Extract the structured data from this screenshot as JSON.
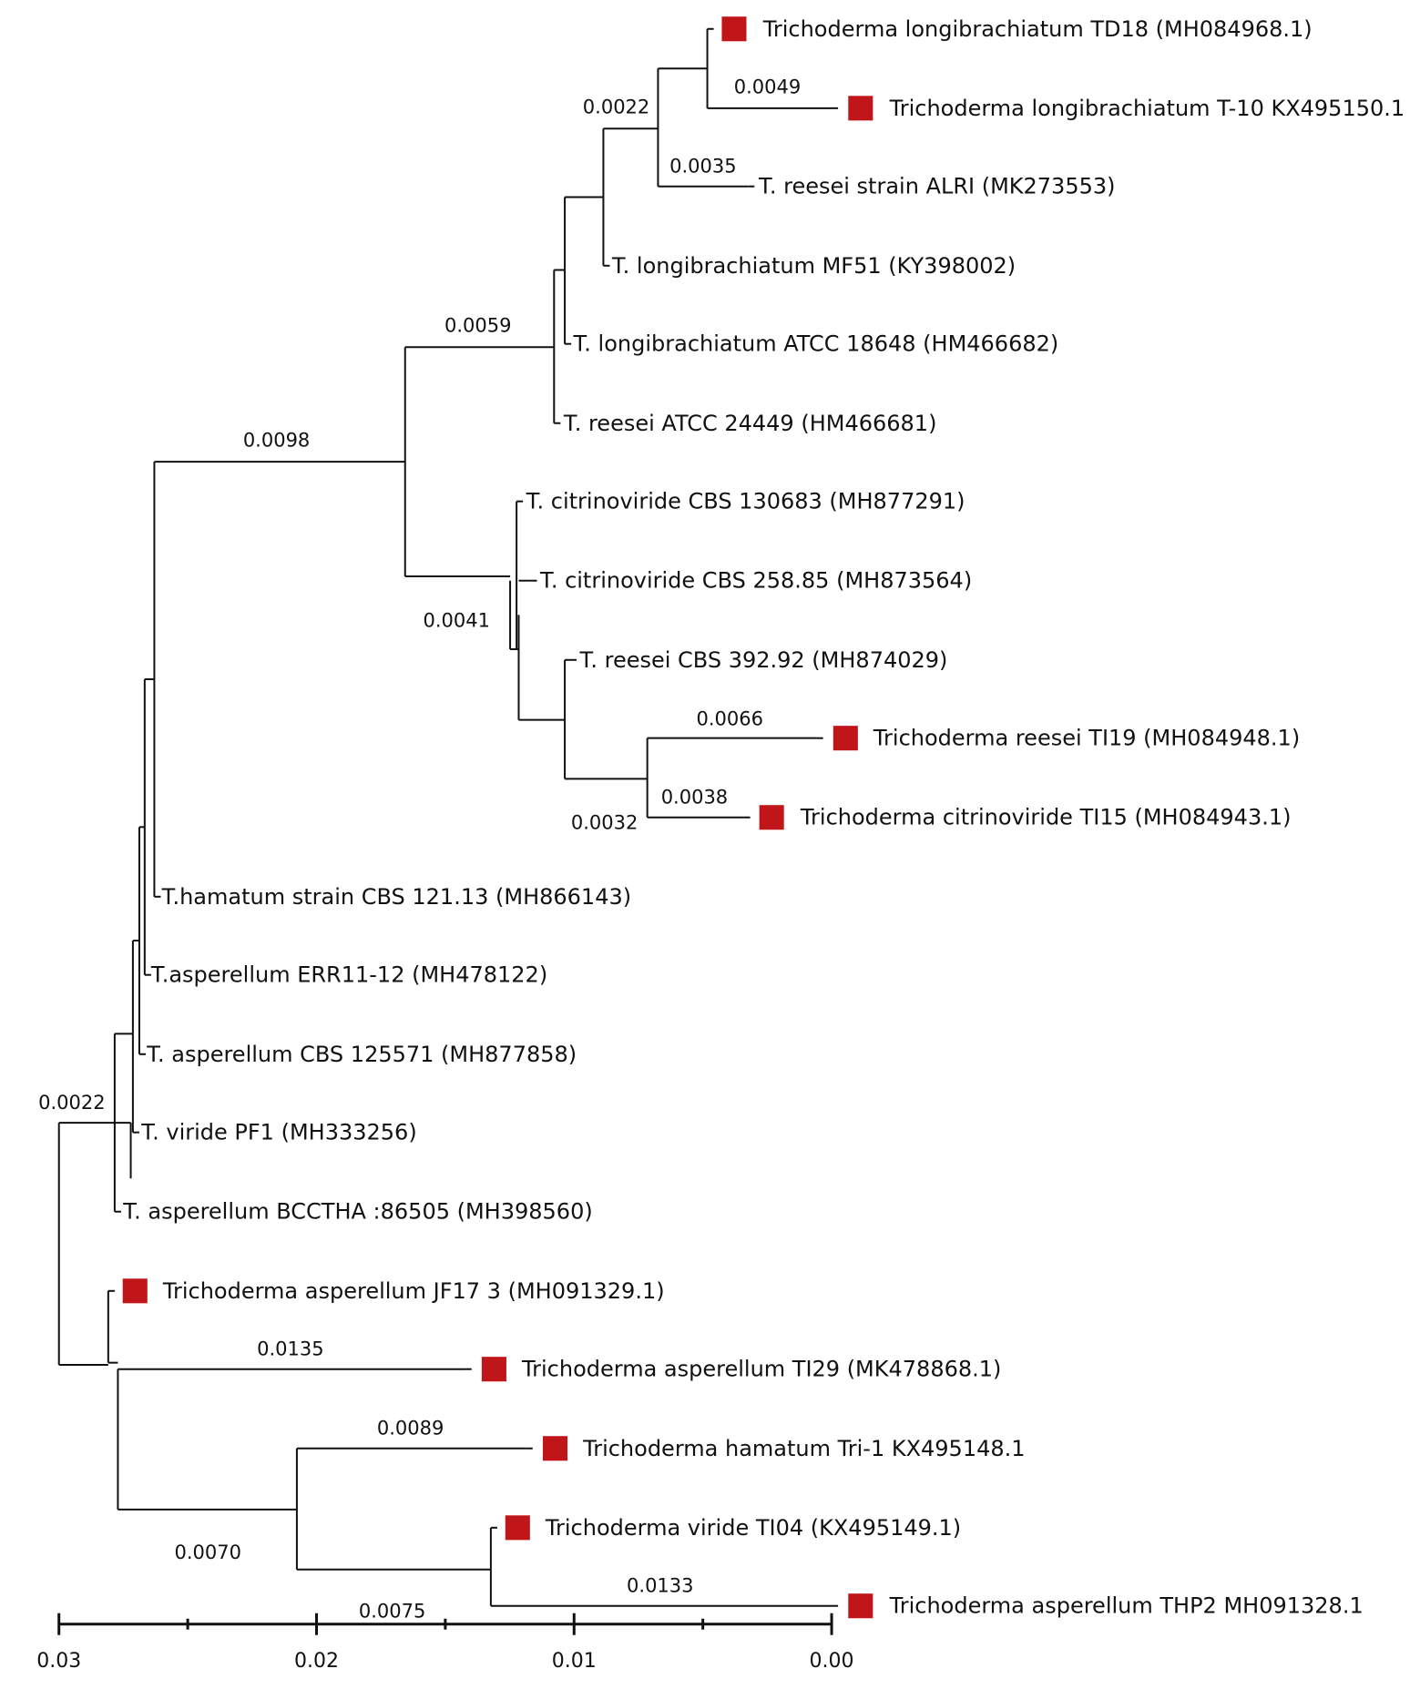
{
  "chart_data": {
    "type": "phylogenetic-tree",
    "title": "",
    "marker_color": "#c0161a",
    "line_color": "#111111",
    "scale_axis": {
      "range": [
        0.03,
        0.0
      ],
      "ticks": [
        0.03,
        0.025,
        0.02,
        0.015,
        0.01,
        0.005,
        0.0
      ],
      "tick_labels": [
        "0.03",
        "0.02",
        "0.01",
        "0.00"
      ],
      "labeled_tick_values": [
        0.03,
        0.02,
        0.01,
        0.0
      ]
    },
    "leaves": [
      {
        "name": "Trichoderma longibrachiatum TD18 (MH084968.1)",
        "marked": true
      },
      {
        "name": "Trichoderma longibrachiatum T-10 KX495150.1",
        "marked": true
      },
      {
        "name": "T. reesei strain ALRI (MK273553)",
        "marked": false
      },
      {
        "name": "T. longibrachiatum MF51 (KY398002)",
        "marked": false
      },
      {
        "name": "T. longibrachiatum ATCC 18648 (HM466682)",
        "marked": false
      },
      {
        "name": "T. reesei ATCC 24449 (HM466681)",
        "marked": false
      },
      {
        "name": "T. citrinoviride CBS 130683 (MH877291)",
        "marked": false
      },
      {
        "name": "T. citrinoviride CBS 258.85 (MH873564)",
        "marked": false
      },
      {
        "name": "T. reesei CBS 392.92 (MH874029)",
        "marked": false
      },
      {
        "name": "Trichoderma reesei TI19 (MH084948.1)",
        "marked": true
      },
      {
        "name": "Trichoderma citrinoviride TI15 (MH084943.1)",
        "marked": true
      },
      {
        "name": "T.hamatum strain CBS 121.13 (MH866143)",
        "marked": false
      },
      {
        "name": "T.asperellum ERR11-12 (MH478122)",
        "marked": false
      },
      {
        "name": "T. asperellum CBS 125571 (MH877858)",
        "marked": false
      },
      {
        "name": "T. viride PF1 (MH333256)",
        "marked": false
      },
      {
        "name": "T. asperellum BCCTHA :86505 (MH398560)",
        "marked": false
      },
      {
        "name": "Trichoderma asperellum JF17 3 (MH091329.1)",
        "marked": true
      },
      {
        "name": "Trichoderma asperellum TI29 (MK478868.1)",
        "marked": true
      },
      {
        "name": "Trichoderma hamatum Tri-1 KX495148.1",
        "marked": true
      },
      {
        "name": "Trichoderma viride TI04 (KX495149.1)",
        "marked": true
      },
      {
        "name": "Trichoderma asperellum THP2 MH091328.1",
        "marked": true
      }
    ],
    "branch_labels": [
      {
        "text": "0.0022",
        "for": "TD18-T10-clade"
      },
      {
        "text": "0.0049",
        "for": "T-10"
      },
      {
        "text": "0.0035",
        "for": "ALRI"
      },
      {
        "text": "0.0059",
        "for": "reesei-longibrachiatum-clade"
      },
      {
        "text": "0.0098",
        "for": "upper-major-clade"
      },
      {
        "text": "0.0041",
        "for": "citrinoviride-clade"
      },
      {
        "text": "0.0066",
        "for": "TI19"
      },
      {
        "text": "0.0038",
        "for": "TI15"
      },
      {
        "text": "0.0032",
        "for": "TI19-TI15-clade"
      },
      {
        "text": "0.0022",
        "for": "asperellum-hamatum-clade"
      },
      {
        "text": "0.0135",
        "for": "TI29"
      },
      {
        "text": "0.0089",
        "for": "Tri-1"
      },
      {
        "text": "0.0070",
        "for": "lower-clade"
      },
      {
        "text": "0.0133",
        "for": "THP2"
      },
      {
        "text": "0.0075",
        "for": "TI04-THP2-clade"
      }
    ]
  }
}
